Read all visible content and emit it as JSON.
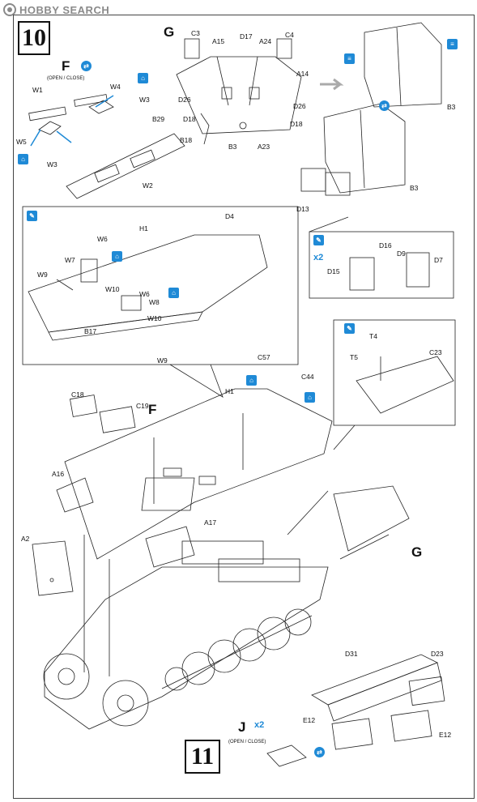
{
  "header": {
    "logo_text": "HOBBY SEARCH"
  },
  "steps": {
    "step10": "10",
    "step11": "11"
  },
  "subassemblies": {
    "F": "F",
    "G": "G",
    "J": "J",
    "F_ref": "F",
    "G_ref": "G"
  },
  "captions": {
    "open_close_F": "(OPEN / CLOSE)",
    "open_close_J": "(OPEN / CLOSE)"
  },
  "multipliers": {
    "D15_set": "x2",
    "J_set": "x2"
  },
  "parts": {
    "W1": "W1",
    "W4": "W4",
    "W3a": "W3",
    "W5": "W5",
    "W3b": "W3",
    "B29": "B29",
    "W2": "W2",
    "C3": "C3",
    "A15": "A15",
    "D17a": "D17",
    "A24": "A24",
    "C4": "C4",
    "A14": "A14",
    "D26a": "D26",
    "D26b": "D26",
    "D18a": "D18",
    "D18b": "D18",
    "B18": "B18",
    "B3a": "B3",
    "A23": "A23",
    "B3b": "B3",
    "B3c": "B3",
    "D13": "D13",
    "D4": "D4",
    "H1a": "H1",
    "W6a": "W6",
    "W7": "W7",
    "W9a": "W9",
    "W10a": "W10",
    "W6b": "W6",
    "W8": "W8",
    "W10b": "W10",
    "B17": "B17",
    "W9b": "W9",
    "D16": "D16",
    "D15": "D15",
    "D9": "D9",
    "D7": "D7",
    "T4": "T4",
    "T5": "T5",
    "C23": "C23",
    "C57": "C57",
    "C44": "C44",
    "C18": "C18",
    "C19": "C19",
    "H1b": "H1",
    "A16": "A16",
    "A17": "A17",
    "A2": "A2",
    "D31": "D31",
    "D23": "D23",
    "E12a": "E12",
    "E12b": "E12"
  },
  "icons": {
    "blue": "#1f8ad6",
    "open_close": "open-close-icon",
    "glue": "cement-icon",
    "paint": "paint-icon",
    "drill": "drill-icon"
  }
}
